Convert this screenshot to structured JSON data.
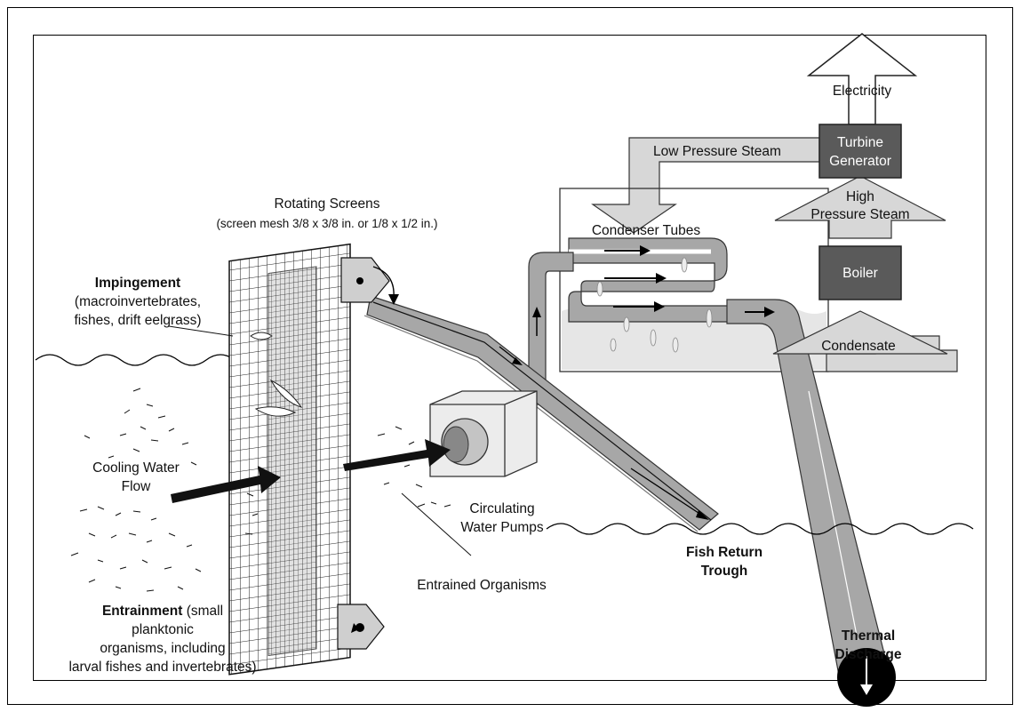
{
  "labels": {
    "electricity": "Electricity",
    "turbine_line1": "Turbine",
    "turbine_line2": "Generator",
    "low_pressure_steam": "Low Pressure  Steam",
    "high_pressure_line1": "High",
    "high_pressure_line2": "Pressure   Steam",
    "boiler": "Boiler",
    "condensate": "Condensate",
    "condenser_tubes": "Condenser Tubes",
    "rotating_screens": "Rotating  Screens",
    "screen_mesh": "(screen mesh 3/8 x 3/8 in. or 1/8  x 1/2 in.)",
    "impingement_title": "Impingement",
    "impingement_line2": "(macroinvertebrates,",
    "impingement_line3": "fishes, drift eelgrass)",
    "cooling_line1": "Cooling Water",
    "cooling_line2": "Flow",
    "circulating_line1": "Circulating",
    "circulating_line2": "Water Pumps",
    "fish_return_line1": "Fish Return",
    "fish_return_line2": "Trough",
    "entrained_organisms": "Entrained Organisms",
    "entrainment_title": "Entrainment",
    "entrainment_rest": " (small",
    "entrainment_line2": "planktonic",
    "entrainment_line3": "organisms, including",
    "entrainment_line4": "larval fishes and invertebrates)",
    "thermal_line1": "Thermal",
    "thermal_line2": "Discharge"
  },
  "colors": {
    "dark_box": "#5a5a5a",
    "mid_pipe": "#a7a7a7",
    "light_pipe": "#d7d7d7",
    "outline": "#000000"
  }
}
